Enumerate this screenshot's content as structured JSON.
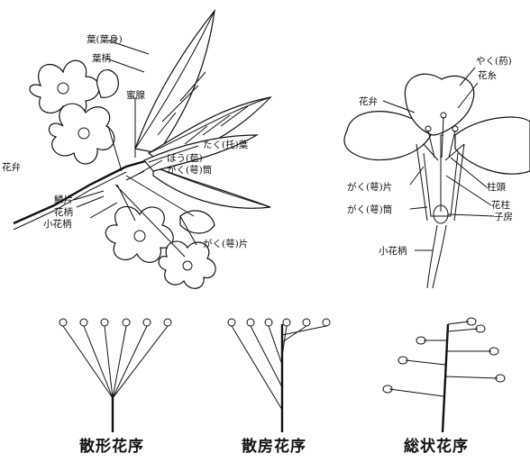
{
  "left_figure": {
    "labels": {
      "leaf": "葉(葉身)",
      "petiole": "葉柄",
      "gland": "蜜腺",
      "stipule": "たく(托)葉",
      "petal": "花弁",
      "bract": "ほう(苞)",
      "calyx_tube": "がく(萼)筒",
      "scale": "鱗片",
      "pedicel": "花柄",
      "small_pedicel": "小花柄",
      "sepal": "がく(萼)片"
    }
  },
  "right_figure": {
    "labels": {
      "anther": "やく(葯)",
      "filament": "花糸",
      "petal": "花弁",
      "stigma": "柱頭",
      "sepal": "がく(萼)片",
      "style": "花柱",
      "calyx_tube": "がく(萼)筒",
      "ovary": "子房",
      "small_pedicel": "小花柄"
    }
  },
  "inflorescences": [
    {
      "caption": "散形花序"
    },
    {
      "caption": "散房花序"
    },
    {
      "caption": "総状花序"
    }
  ]
}
